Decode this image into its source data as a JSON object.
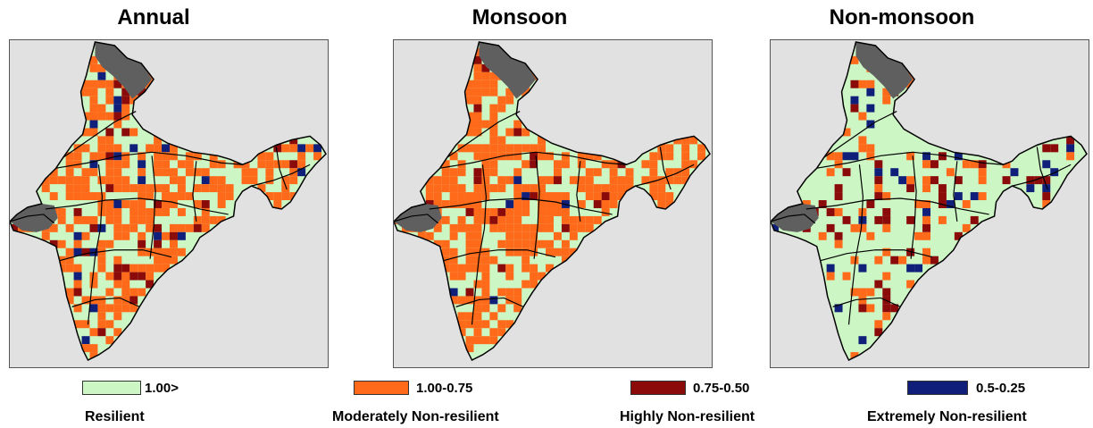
{
  "panels": [
    {
      "title": "Annual",
      "profile": "annual"
    },
    {
      "title": "Monsoon",
      "profile": "monsoon"
    },
    {
      "title": "Non-monsoon",
      "profile": "nonmonsoon"
    }
  ],
  "legend": [
    {
      "range": "1.00>",
      "label": "Resilient",
      "color": "#ccf7c4"
    },
    {
      "range": "1.00-0.75",
      "label": "Moderately Non-resilient",
      "color": "#ff6a1a"
    },
    {
      "range": "0.75-0.50",
      "label": "Highly Non-resilient",
      "color": "#8b0a0a"
    },
    {
      "range": "0.5-0.25",
      "label": "Extremely Non-resilient",
      "color": "#10207a"
    }
  ],
  "colors": {
    "background": "#e1e1e1",
    "terrain": "#5f5f5f",
    "boundary": "#000000"
  }
}
